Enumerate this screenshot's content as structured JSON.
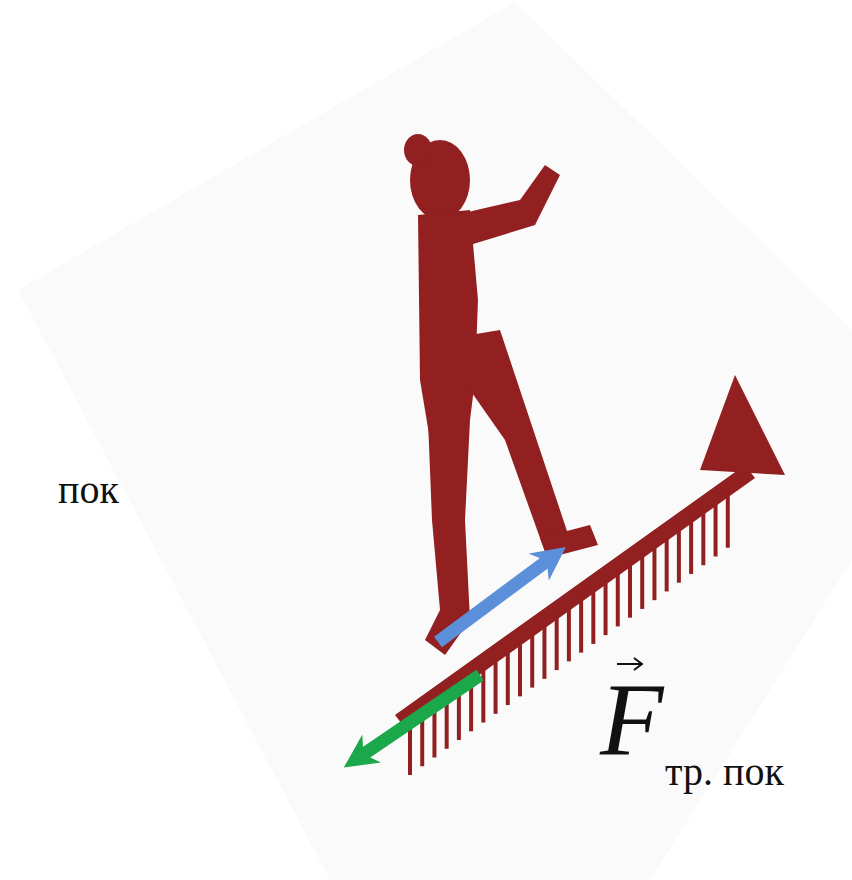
{
  "diagram": {
    "labels": [
      "пок",
      "F",
      "тр. пок"
    ]
  }
}
